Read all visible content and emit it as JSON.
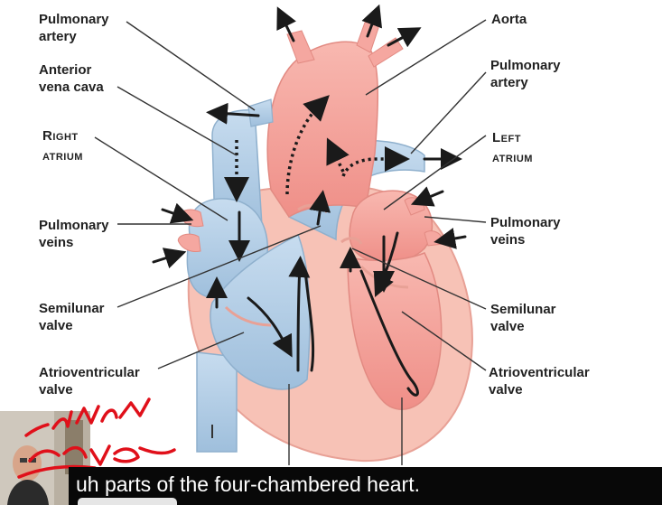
{
  "labels": {
    "pulmonary_artery_left": "Pulmonary\nartery",
    "anterior_vena_cava": "Anterior\nvena cava",
    "right_atrium_cap": "R",
    "right_atrium_rest": "IGHT",
    "right_atrium_line2": "ATRIUM",
    "pulmonary_veins_left": "Pulmonary\nveins",
    "semilunar_valve_left": "Semilunar\nvalve",
    "atrioventricular_valve_left": "Atrioventricular\nvalve",
    "aorta": "Aorta",
    "pulmonary_artery_right": "Pulmonary\nartery",
    "left_atrium_cap": "L",
    "left_atrium_rest": "EFT",
    "left_atrium_line2": "ATRIUM",
    "pulmonary_veins_right": "Pulmonary\nveins",
    "semilunar_valve_right": "Semilunar\nvalve",
    "atrioventricular_valve_right": "Atrioventricular\nvalve"
  },
  "caption": {
    "text": "uh parts of the four-chambered heart."
  },
  "colors": {
    "deoxygenated": "#b9d3ea",
    "oxygenated": "#f5a7a0",
    "muscle": "#f7c2b6",
    "ink": "#1a1a1a",
    "annotation": "#e0101a",
    "caption_bg": "#080808"
  },
  "icons": {
    "presenter": "presenter-webcam",
    "scribble": "handwritten-annotation"
  }
}
